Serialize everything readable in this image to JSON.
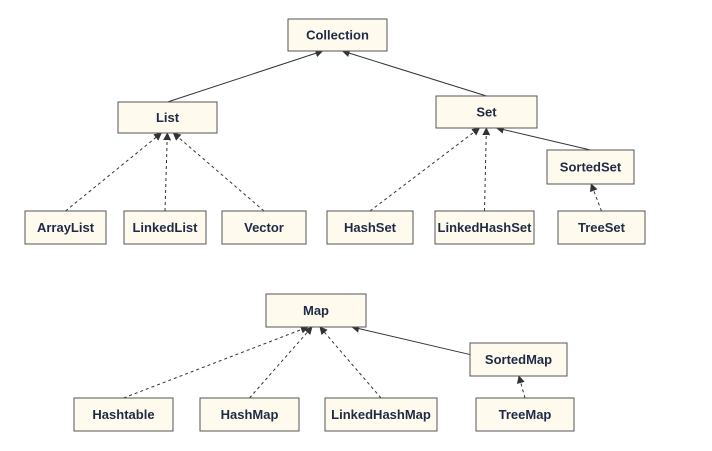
{
  "colors": {
    "node_fill": "#fffaee",
    "node_border": "#555555",
    "label_text": "#1f2a44",
    "edge": "#333333"
  },
  "nodes": {
    "collection": "Collection",
    "list": "List",
    "set": "Set",
    "sorted_set": "SortedSet",
    "array_list": "ArrayList",
    "linked_list": "LinkedList",
    "vector": "Vector",
    "hash_set": "HashSet",
    "linked_hash_set": "LinkedHashSet",
    "tree_set": "TreeSet",
    "map": "Map",
    "sorted_map": "SortedMap",
    "hashtable": "Hashtable",
    "hash_map": "HashMap",
    "linked_hash_map": "LinkedHashMap",
    "tree_map": "TreeMap"
  },
  "edges": [
    {
      "from": "list",
      "to": "collection",
      "style": "solid"
    },
    {
      "from": "set",
      "to": "collection",
      "style": "solid"
    },
    {
      "from": "array_list",
      "to": "list",
      "style": "dashed"
    },
    {
      "from": "linked_list",
      "to": "list",
      "style": "dashed"
    },
    {
      "from": "vector",
      "to": "list",
      "style": "dashed"
    },
    {
      "from": "hash_set",
      "to": "set",
      "style": "dashed"
    },
    {
      "from": "linked_hash_set",
      "to": "set",
      "style": "dashed"
    },
    {
      "from": "sorted_set",
      "to": "set",
      "style": "solid"
    },
    {
      "from": "tree_set",
      "to": "sorted_set",
      "style": "dashed"
    },
    {
      "from": "hashtable",
      "to": "map",
      "style": "dashed"
    },
    {
      "from": "hash_map",
      "to": "map",
      "style": "dashed"
    },
    {
      "from": "linked_hash_map",
      "to": "map",
      "style": "dashed"
    },
    {
      "from": "sorted_map",
      "to": "map",
      "style": "solid"
    },
    {
      "from": "tree_map",
      "to": "sorted_map",
      "style": "dashed"
    }
  ]
}
